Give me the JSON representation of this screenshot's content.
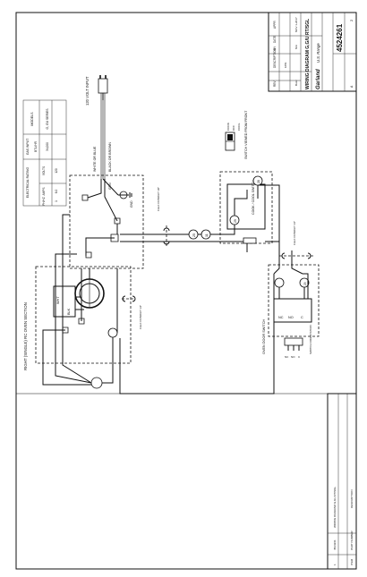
{
  "sheet": {
    "title": "WIRING DIAGRAM G,G/U RT/SGL",
    "brand": "Garland",
    "brand_sub": "U.S. Range",
    "part_number": "4524261",
    "revision": "2",
    "rev_header": [
      "REV",
      "DESCRIPTION",
      "BY",
      "DATE",
      "APPR"
    ],
    "drawn_by": "Bozz",
    "date": "NOV 1-2017",
    "scale": "N/A",
    "size": "A",
    "ecn": "1051"
  },
  "ratings_table": {
    "title": "ELECTRICAL RATING",
    "gas_input_title": "GAS INPUT",
    "models_header": "MODELS",
    "columns": [
      "BTU/HR",
      "VOLTS",
      "AMPS",
      "PH/HZ"
    ],
    "rows": [
      {
        "model": "G, GU SERIES",
        "btu": "34,000",
        "volts": "120",
        "amps": "6.0",
        "phhz": "1"
      }
    ]
  },
  "diagram": {
    "input_label": "120 VOLT INPUT",
    "white_wire": "WHITE OR BLUE",
    "black_wire": "BLACK OR BROWN",
    "grn": "GRN",
    "gnd": "GND",
    "flex_conduit": "FLEX CONDUIT 30\"",
    "flex_conduit_2": "FLEX CONDUIT 16\"",
    "flex_conduit_3": "FLEX CONDUIT 34\"",
    "wire_11": "11",
    "wire_25": "25",
    "wire_29": "29",
    "wire_28": "28",
    "oven_section": "RIGHT (SINGLE) RC OVEN SECTION",
    "wht": "WHT",
    "blk": "BLK",
    "switch_cook_cool": "COOK / COOL SWITCH",
    "switch_view": "SWITCH VIEWED FROM FRONT",
    "cook": "COOK",
    "off": "OFF",
    "cool": "COOL",
    "door_switch": "OVEN DOOR SWITCH",
    "nc": "NC",
    "no": "NO",
    "c": "C",
    "switch_orientation": "SWITCH ORIENTATION"
  },
  "parts_list": {
    "items": [
      {
        "part": "4524261",
        "desc": "WIRING DIAGRAM G,GU RT/SGL"
      }
    ],
    "headers": [
      "PART NUMBER",
      "DESCRIPTION"
    ],
    "item_header": "ITEM"
  }
}
